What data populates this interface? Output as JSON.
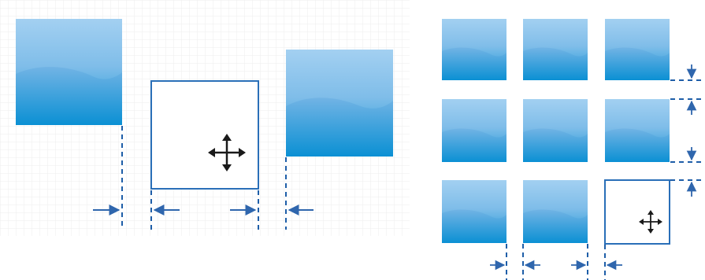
{
  "diagram": {
    "colors": {
      "tile_top": "#9ccbef",
      "tile_bottom": "#0a93d6",
      "frame_stroke": "#2a6fb8",
      "dash_stroke": "#1e5ea8",
      "arrow": "#2f66ad",
      "cursor": "#1a1a1a",
      "grid": "#ececec"
    },
    "left_panel": {
      "description_items": [
        "image-tile",
        "selected-frame",
        "image-tile"
      ],
      "selected_index": 1,
      "grid_background": true,
      "cursor_icon": "move-cursor-icon"
    },
    "right_panel": {
      "rows": 3,
      "cols": 3,
      "selected_cell": [
        2,
        2
      ],
      "cursor_icon": "move-cursor-icon"
    }
  }
}
